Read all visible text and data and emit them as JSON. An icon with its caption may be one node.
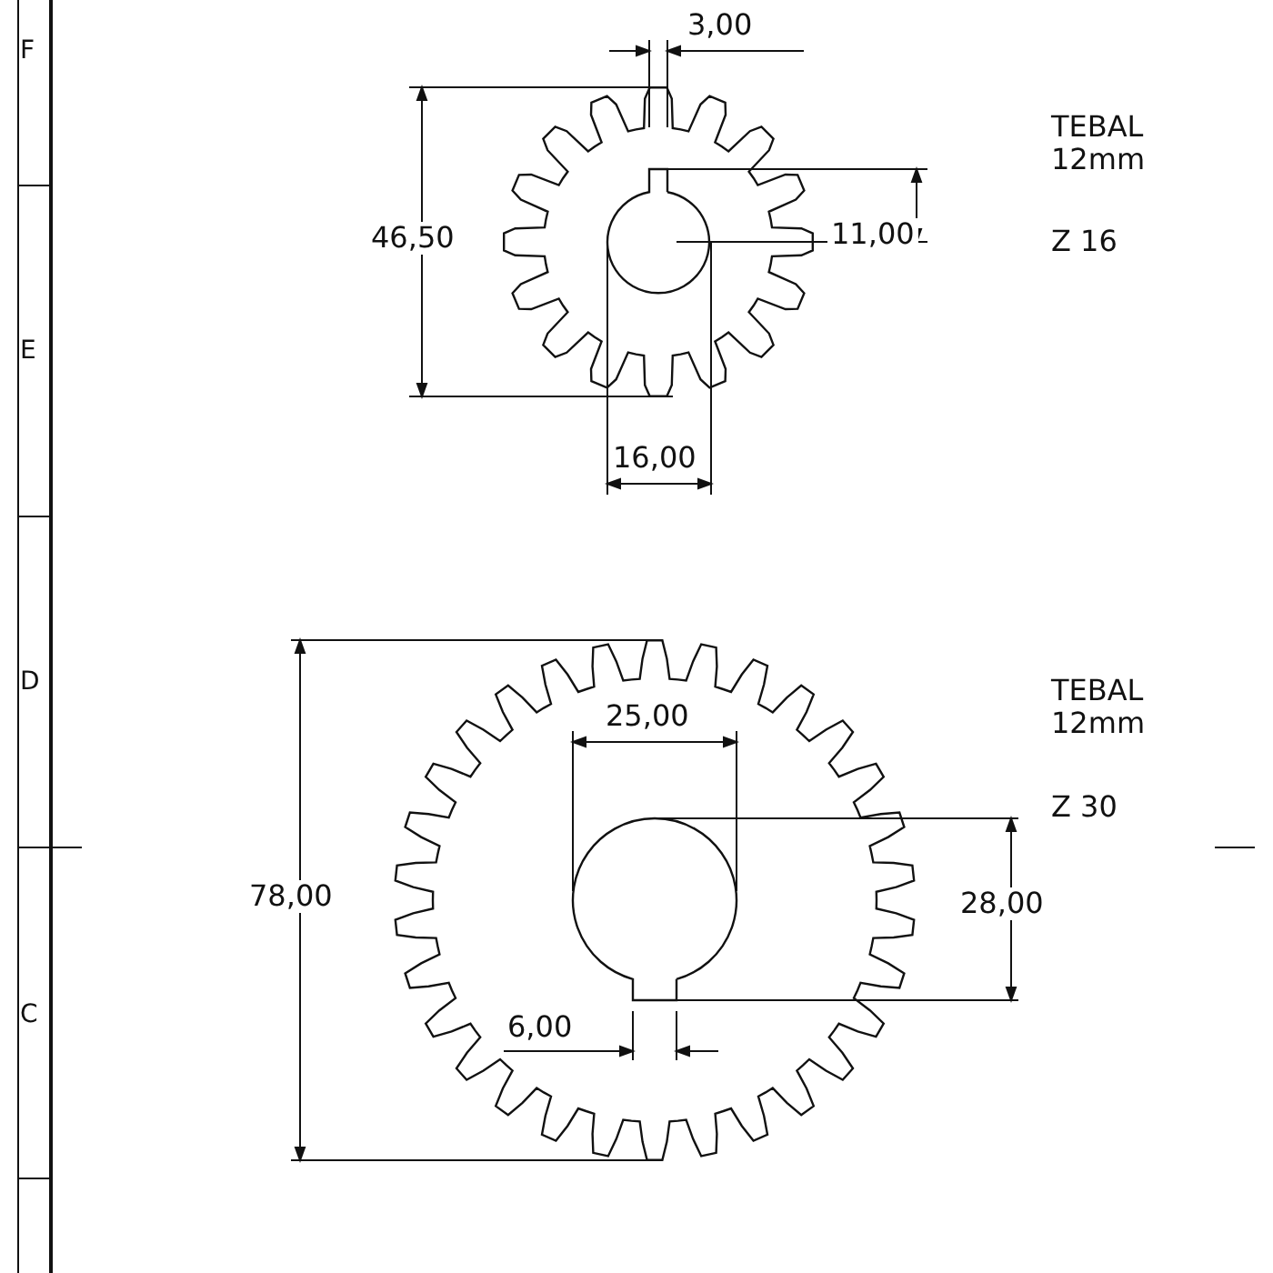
{
  "diagram": {
    "labels": [
      "3,00",
      "F",
      "TEBAL 12mm",
      "46,50",
      "11,00",
      "Z 16",
      "E",
      "16,00",
      "D",
      "TEBAL 12mm",
      "25,00",
      "Z 30",
      "78,00",
      "28,00",
      "C",
      "6,00"
    ]
  }
}
